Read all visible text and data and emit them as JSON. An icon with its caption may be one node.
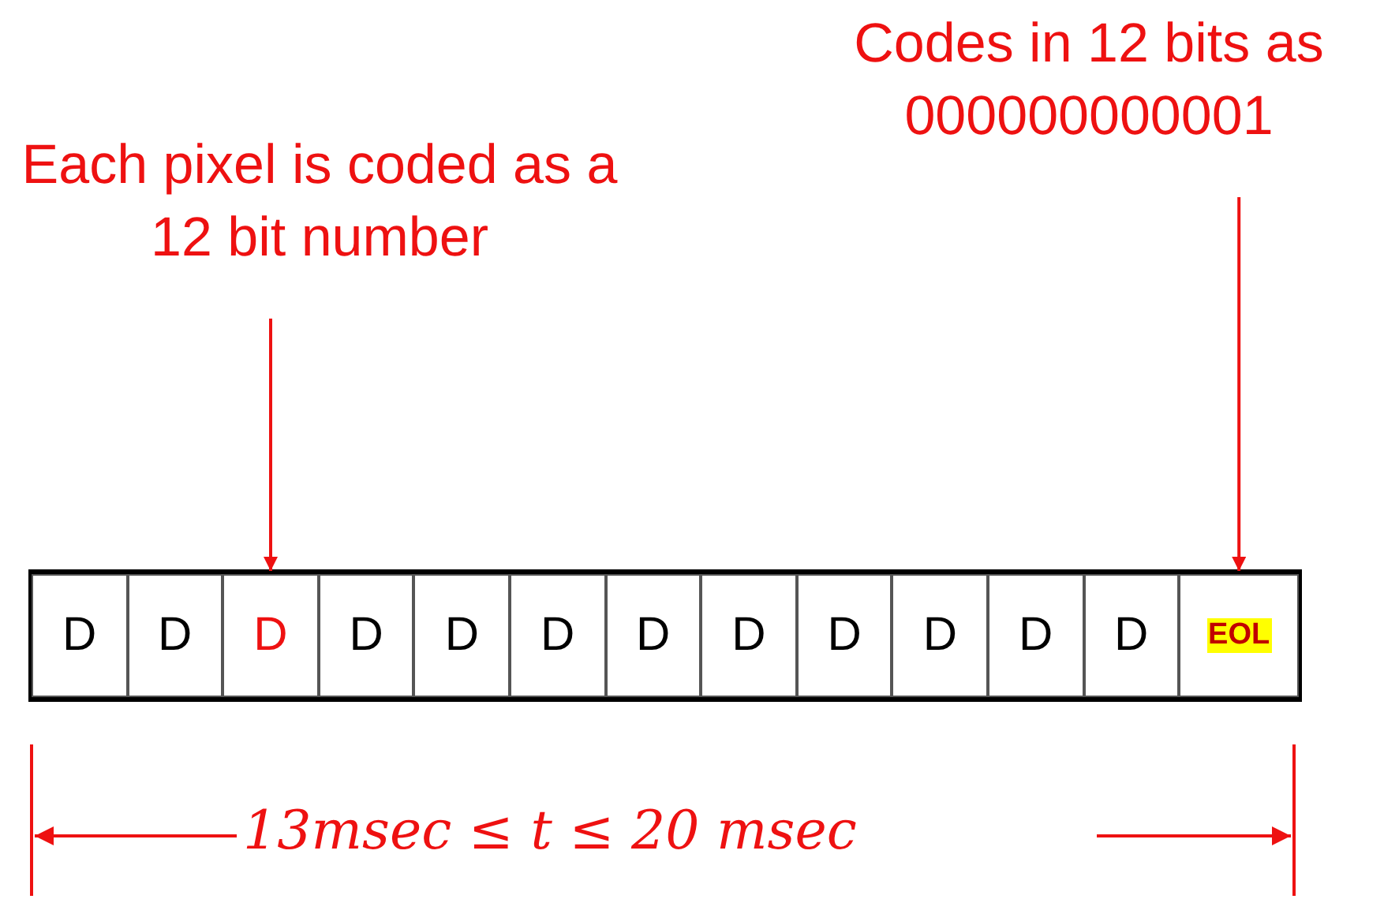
{
  "diagram": {
    "nodes": [
      {
        "text": [
          "Codes in 12 bits as 000000000001"
        ]
      },
      {
        "text": [
          "Each pixel is coded as a 12 bit number"
        ]
      },
      {
        "text": [
          "D"
        ]
      },
      {
        "text": [
          "D"
        ]
      },
      {
        "text": [
          "D"
        ]
      },
      {
        "text": [
          "D"
        ]
      },
      {
        "text": [
          "D"
        ]
      },
      {
        "text": [
          "D"
        ]
      },
      {
        "text": [
          "D"
        ]
      },
      {
        "text": [
          "D"
        ]
      },
      {
        "text": [
          "D"
        ]
      },
      {
        "text": [
          "D"
        ]
      },
      {
        "text": [
          "D"
        ]
      },
      {
        "text": [
          "D"
        ]
      },
      {
        "text": [
          "EOL"
        ]
      }
    ],
    "edges": [
      {
        "from": 1,
        "to": 4,
        "arrow": "to"
      },
      {
        "from": 0,
        "to": 14,
        "arrow": "to"
      }
    ],
    "labels": [
      "13msec ≤ t ≤ 20 msec"
    ]
  }
}
